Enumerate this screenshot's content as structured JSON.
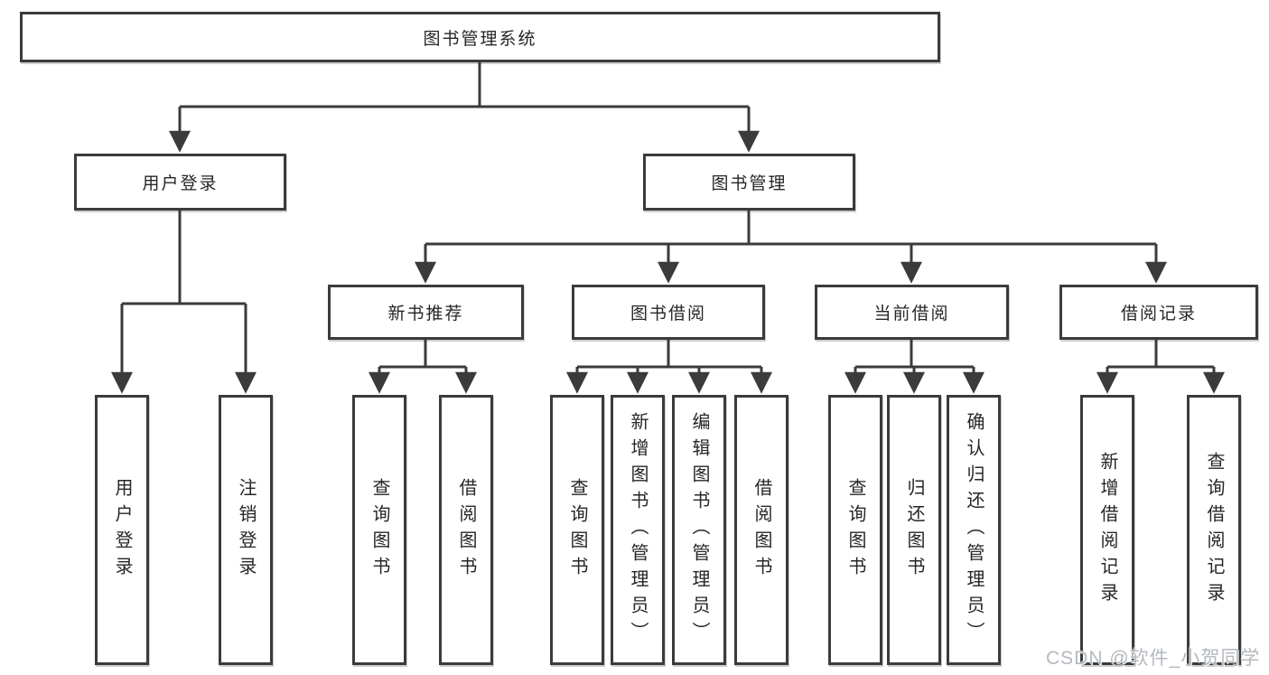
{
  "root": {
    "label": "图书管理系统"
  },
  "level2": {
    "user_login": {
      "label": "用户登录"
    },
    "book_mgmt": {
      "label": "图书管理"
    }
  },
  "level3": {
    "new_book_rec": {
      "label": "新书推荐"
    },
    "book_borrow": {
      "label": "图书借阅"
    },
    "current_borrow": {
      "label": "当前借阅"
    },
    "borrow_records": {
      "label": "借阅记录"
    }
  },
  "leaves": {
    "user_login": {
      "label": "用户登录"
    },
    "logout": {
      "label": "注销登录"
    },
    "rec_query_books": {
      "label": "查询图书"
    },
    "rec_borrow_books": {
      "label": "借阅图书"
    },
    "bb_query_books": {
      "label": "查询图书"
    },
    "bb_add_books": {
      "label": "新增图书（管理员）"
    },
    "bb_edit_books": {
      "label": "编辑图书（管理员）"
    },
    "bb_borrow_books": {
      "label": "借阅图书"
    },
    "cb_query_books": {
      "label": "查询图书"
    },
    "cb_return_books": {
      "label": "归还图书"
    },
    "cb_confirm_return": {
      "label": "确认归还（管理员）"
    },
    "br_add_record": {
      "label": "新增借阅记录"
    },
    "br_query_record": {
      "label": "查询借阅记录"
    }
  },
  "watermark": {
    "text": "CSDN @软件_小贺同学"
  },
  "colors": {
    "line": "#3b3b3b",
    "box_border": "#3b3b3b",
    "text": "#262626",
    "watermark": "#b4b9be",
    "background": "#ffffff"
  }
}
